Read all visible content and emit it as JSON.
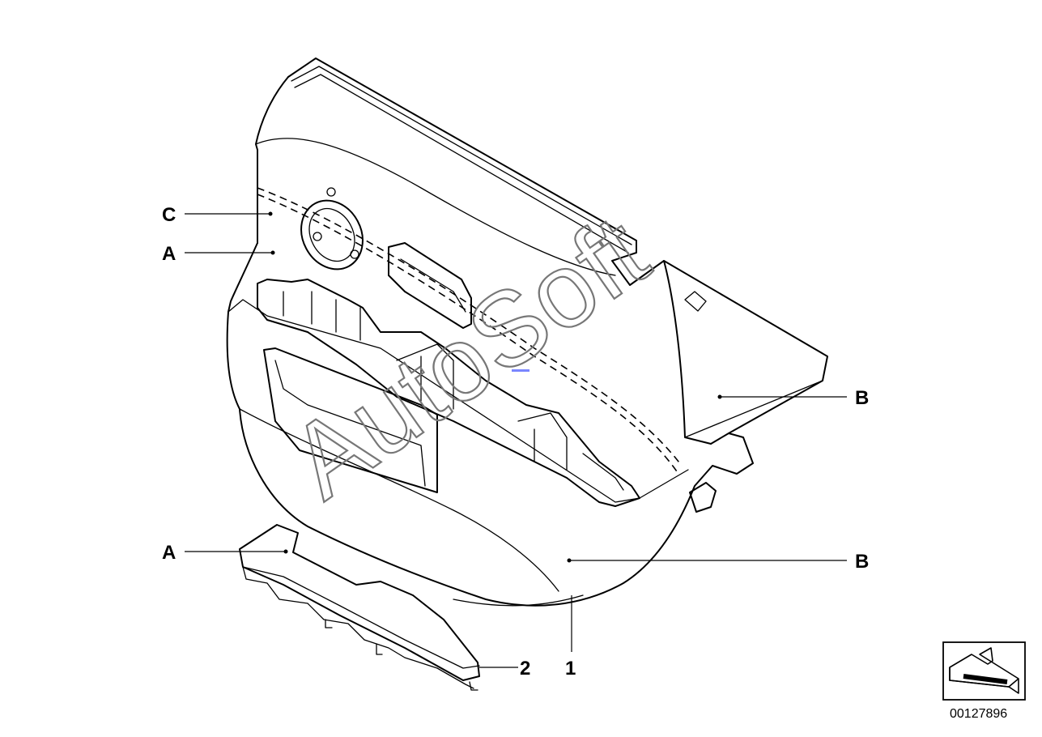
{
  "labels": {
    "c": "C",
    "a_upper": "A",
    "a_lower": "A",
    "b_upper": "B",
    "b_lower": "B",
    "one": "1",
    "two": "2"
  },
  "part_number": "00127896",
  "watermark": "AutoSoft"
}
